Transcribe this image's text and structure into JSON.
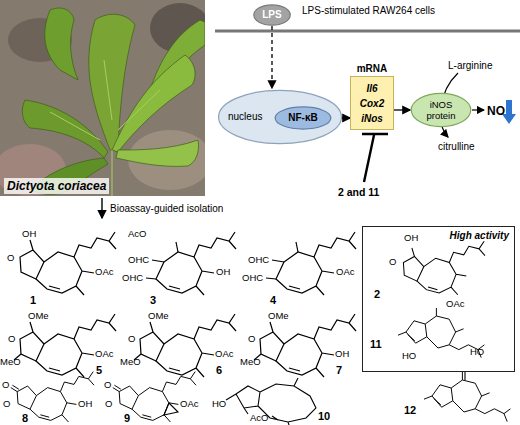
{
  "diagram": {
    "nodes": [
      {
        "text": [
          "LPS"
        ]
      },
      {
        "text": [
          "nucleus"
        ]
      },
      {
        "text": [
          "NF-κB"
        ],
        "in": 1
      },
      {
        "text": [
          "mRNA",
          "Il6",
          "Cox2",
          "iNos"
        ]
      },
      {
        "text": [
          "iNOS protein"
        ]
      },
      {
        "text": [
          "High activity"
        ]
      }
    ],
    "edges": [
      {
        "from": 0,
        "to": 1,
        "arrow": "to"
      },
      {
        "from": 2,
        "to": 3,
        "arrow": "to"
      },
      {
        "from": 3,
        "to": 4,
        "arrow": "to"
      }
    ],
    "labels": [
      "LPS-stimulated RAW264 cells",
      "L-arginine",
      "NO",
      "citrulline",
      "2 and 11",
      "Dictyota coriacea",
      "Bioassay-guided isolation",
      "OH",
      "O",
      "OAc",
      "1",
      "AcO",
      "OHC",
      "OHC",
      "OH",
      "3",
      "OHC",
      "OHC",
      "OAc",
      "4",
      "OH",
      "O",
      "2",
      "OAc",
      "HO",
      "HO",
      "11",
      "OMe",
      "MeO",
      "O",
      "OAc",
      "5",
      "OMe",
      "MeO",
      "O",
      "OAc",
      "6",
      "OMe",
      "MeO",
      "O",
      "OH",
      "7",
      "O",
      "O",
      "OH",
      "8",
      "O",
      "O",
      "OAc",
      "9",
      "HO",
      "AcO",
      "10",
      "12"
    ]
  }
}
